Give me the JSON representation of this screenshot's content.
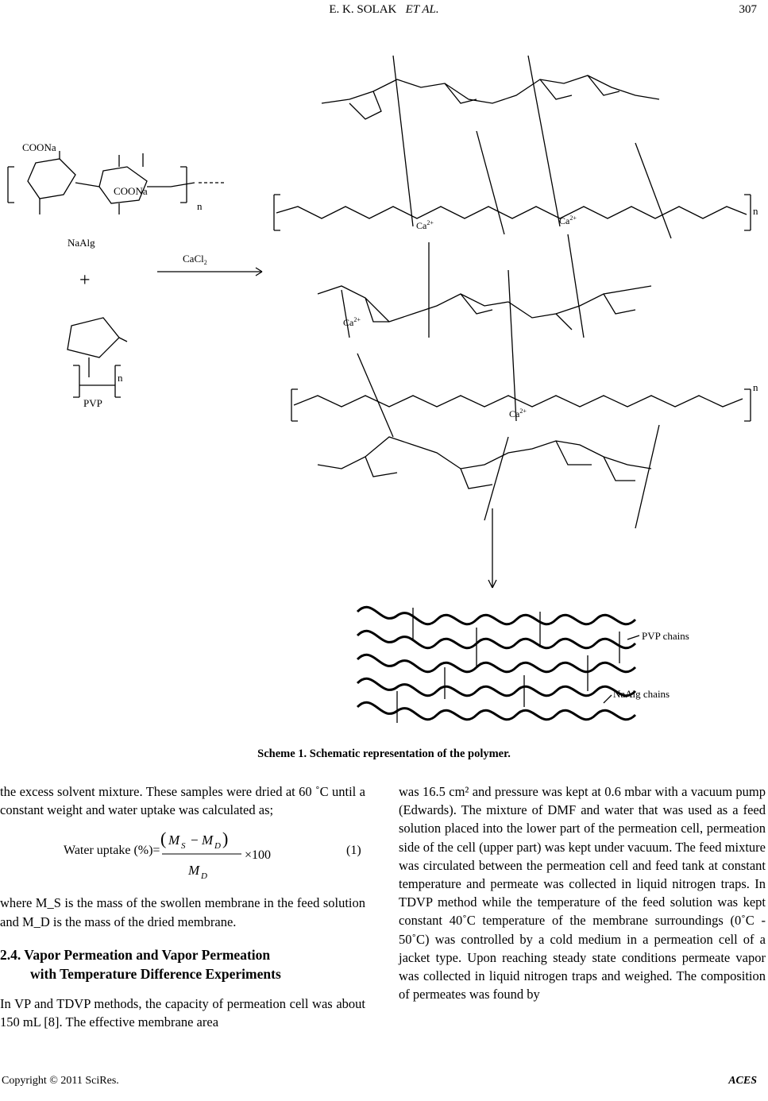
{
  "header": {
    "authors": "E. K. SOLAK",
    "et_al": "ET AL.",
    "page_number": "307"
  },
  "scheme": {
    "naalg_label": "NaAlg",
    "pvp_label": "PVP",
    "plus": "+",
    "reagent": "CaCl",
    "reagent_sub": "2",
    "ca_ion": "Ca",
    "ca_charge": "2+",
    "pvp_chains": "PVP chains",
    "naalg_chains": "NaAlg chains",
    "n": "n"
  },
  "caption": "Scheme 1. Schematic representation of the polymer.",
  "left_column": {
    "para1": "the excess solvent mixture. These samples were dried at 60 ˚C until a constant weight and water uptake was calculated as;",
    "eq_label": "Water uptake (%)=",
    "eq_times": "×100",
    "eq_number": "(1)",
    "where_text": "where M_S is the mass of the swollen membrane in the feed solution and M_D is the mass of the dried membrane.",
    "section_heading_line1": "2.4. Vapor Permeation and Vapor Permeation",
    "section_heading_line2": "with Temperature Difference Experiments",
    "para2": "In VP and TDVP methods, the capacity of permeation cell was about 150 mL [8]. The effective membrane area"
  },
  "right_column": {
    "para": "was 16.5 cm² and pressure was kept at 0.6 mbar with a vacuum pump (Edwards). The mixture of DMF and water that was used as a feed solution placed into the lower part of the permeation cell, permeation side of the cell (upper part) was kept under vacuum. The feed mixture was circulated between the permeation cell and feed tank at constant temperature and permeate was collected in liquid nitrogen traps. In TDVP method while the temperature of the feed solution was kept constant 40˚C temperature of the membrane surroundings (0˚C - 50˚C) was controlled by a cold medium in a permeation cell of a jacket type. Upon reaching steady state conditions permeate vapor was collected in liquid nitrogen traps and weighed. The composition of permeates was found by"
  },
  "footer": {
    "copyright": "Copyright © 2011 SciRes.",
    "journal": "ACES"
  }
}
